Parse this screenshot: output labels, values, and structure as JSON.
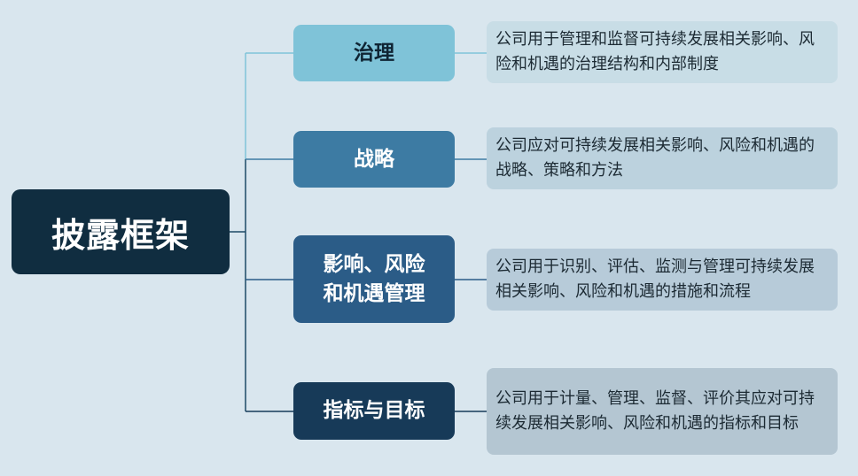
{
  "root": {
    "label": "披露框架"
  },
  "branches": [
    {
      "label": "治理",
      "description": "公司用于管理和监督可持续发展相关影响、风险和机遇的治理结构和内部制度"
    },
    {
      "label": "战略",
      "description": "公司应对可持续发展相关影响、风险和机遇的战略、策略和方法"
    },
    {
      "label": "影响、风险\n和机遇管理",
      "description": "公司用于识别、评估、监测与管理可持续发展相关影响、风险和机遇的措施和流程"
    },
    {
      "label": "指标与目标",
      "description": "公司用于计量、管理、监督、评价其应对可持续发展相关影响、风险和机遇的指标和目标"
    }
  ],
  "colors": {
    "background": "#d9e6ee",
    "root": "#102d40",
    "branch_1": "#7fc3d8",
    "branch_2": "#3d7ba3",
    "branch_3": "#2b5c87",
    "branch_4": "#173a58"
  }
}
